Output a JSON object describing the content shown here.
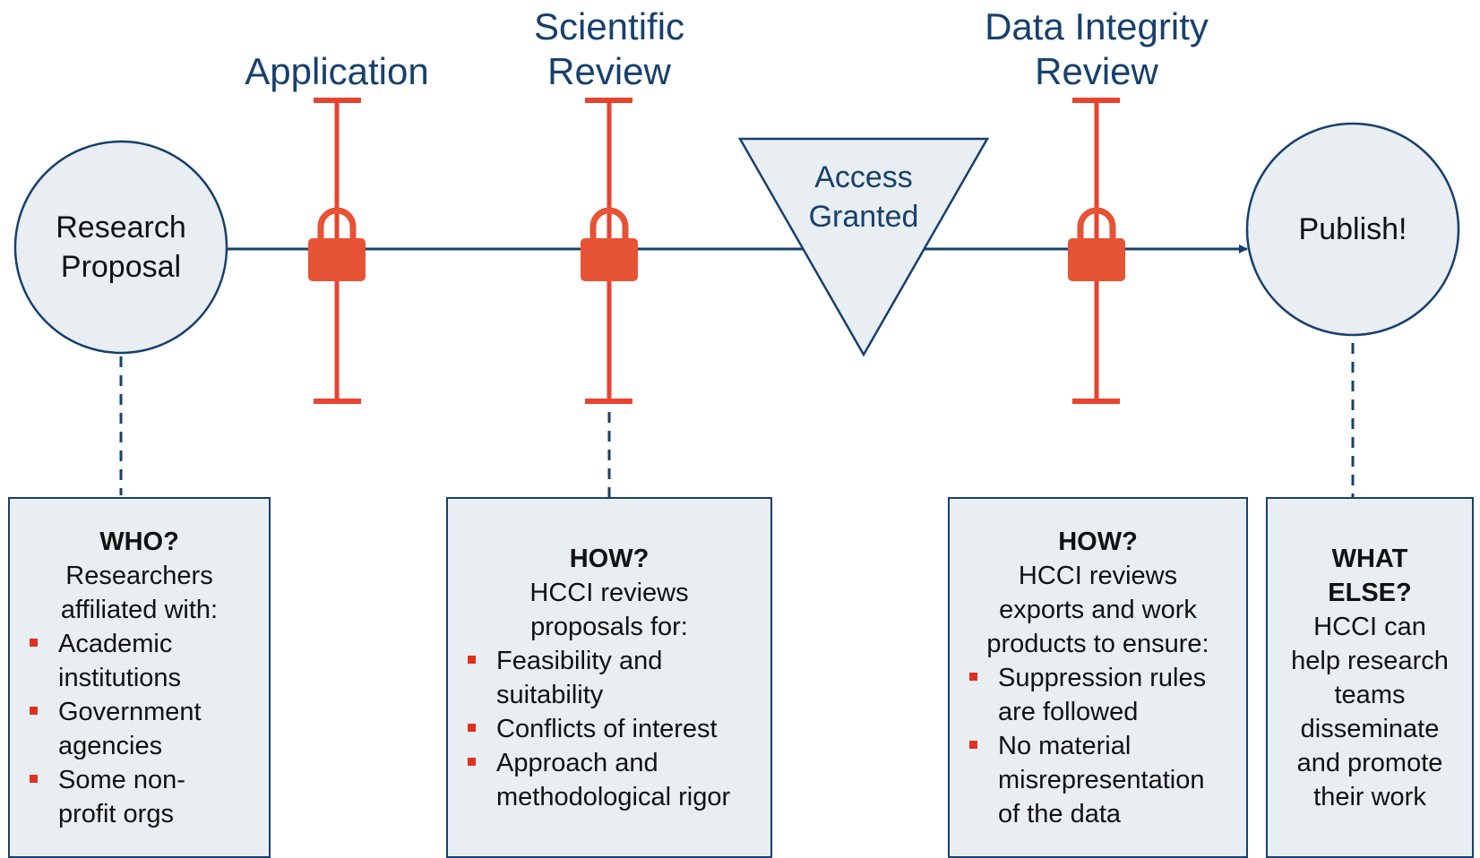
{
  "colors": {
    "navy": "#17406d",
    "red": "#e8432f",
    "lock": "#e65335",
    "fill": "#e9eef2"
  },
  "stages": {
    "application": "Application",
    "scientific_review": [
      "Scientific",
      "Review"
    ],
    "data_integrity_review": [
      "Data Integrity",
      "Review"
    ]
  },
  "nodes": {
    "research_proposal": [
      "Research",
      "Proposal"
    ],
    "access_granted": [
      "Access",
      "Granted"
    ],
    "publish": "Publish!"
  },
  "boxes": {
    "who": {
      "heading": "WHO?",
      "intro": [
        "Researchers",
        "affiliated with:"
      ],
      "items": [
        [
          "Academic",
          "institutions"
        ],
        [
          "Government",
          "agencies"
        ],
        [
          "Some non-",
          "profit orgs"
        ]
      ]
    },
    "how_science": {
      "heading": "HOW?",
      "intro": [
        "HCCI reviews",
        "proposals for:"
      ],
      "items": [
        [
          "Feasibility and",
          "suitability"
        ],
        [
          "Conflicts of interest"
        ],
        [
          "Approach and",
          "methodological rigor"
        ]
      ]
    },
    "how_integrity": {
      "heading": "HOW?",
      "intro": [
        "HCCI reviews",
        "exports and work",
        "products to ensure:"
      ],
      "items": [
        [
          "Suppression rules",
          "are followed"
        ],
        [
          "No material",
          "misrepresentation",
          "of the data"
        ]
      ]
    },
    "what_else": {
      "heading": [
        "WHAT",
        "ELSE?"
      ],
      "intro": [
        "HCCI can",
        "help research",
        "teams",
        "disseminate",
        "and promote",
        "their work"
      ]
    }
  }
}
